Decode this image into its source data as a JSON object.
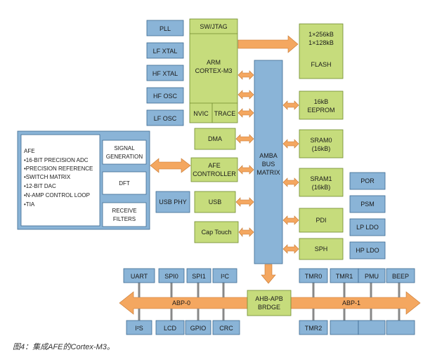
{
  "left_blocks": {
    "pll": "PLL",
    "lf_xtal": "LF XTAL",
    "hf_xtal": "HF XTAL",
    "hf_osc": "HF OSC",
    "lf_osc": "LF OSC"
  },
  "arm": {
    "swjtag": "SW/JTAG",
    "core_line1": "ARM",
    "core_line2": "CORTEX-M3",
    "nvic": "NVIC",
    "trace": "TRACE"
  },
  "amba": {
    "line1": "AMBA",
    "line2": "BUS",
    "line3": "MATRIX"
  },
  "flash": {
    "line1": "1×256kB",
    "line2": "1×128kB",
    "line3": "FLASH"
  },
  "eeprom": {
    "line1": "16kB",
    "line2": "EEPROM"
  },
  "sram0": {
    "line1": "SRAM0",
    "line2": "(16kB)"
  },
  "sram1": {
    "line1": "SRAM1",
    "line2": "(16kB)"
  },
  "pdi": "PDI",
  "sph": "SPH",
  "right_blocks": {
    "por": "POR",
    "psm": "PSM",
    "lp_ldo": "LP LDO",
    "hp_ldo": "HP LDO"
  },
  "mid_blocks": {
    "dma": "DMA",
    "afe_controller_1": "AFE",
    "afe_controller_2": "CONTROLLER",
    "usb": "USB",
    "cap_touch": "Cap Touch",
    "usb_phy": "USB PHY"
  },
  "afe_panel": {
    "title": "AFE",
    "items": [
      "•16-BIT PRECISION ADC",
      "•PRECISION REFERENCE",
      "•SWITCH MATRIX",
      "•12-BIT DAC",
      "•N-AMP CONTROL LOOP",
      "•TIA"
    ],
    "signal_gen_1": "SIGNAL",
    "signal_gen_2": "GENERATION",
    "dft": "DFT",
    "receive_1": "RECEIVE",
    "receive_2": "FILTERS"
  },
  "apb0_top": [
    "UART",
    "SPI0",
    "SPI1",
    "I²C"
  ],
  "apb0_bottom": [
    "I²S",
    "LCD",
    "GPIO",
    "CRC"
  ],
  "apb1_top": [
    "TMR0",
    "TMR1",
    "PMU",
    "BEEP"
  ],
  "apb1_bottom": [
    "TMR2"
  ],
  "bridge": {
    "line1": "AHB-APB",
    "line2": "BRDGE"
  },
  "bus_labels": {
    "abp0": "ABP-0",
    "abp1": "ABP-1"
  },
  "caption": "图4：集成AFE的Cortex-M3。"
}
